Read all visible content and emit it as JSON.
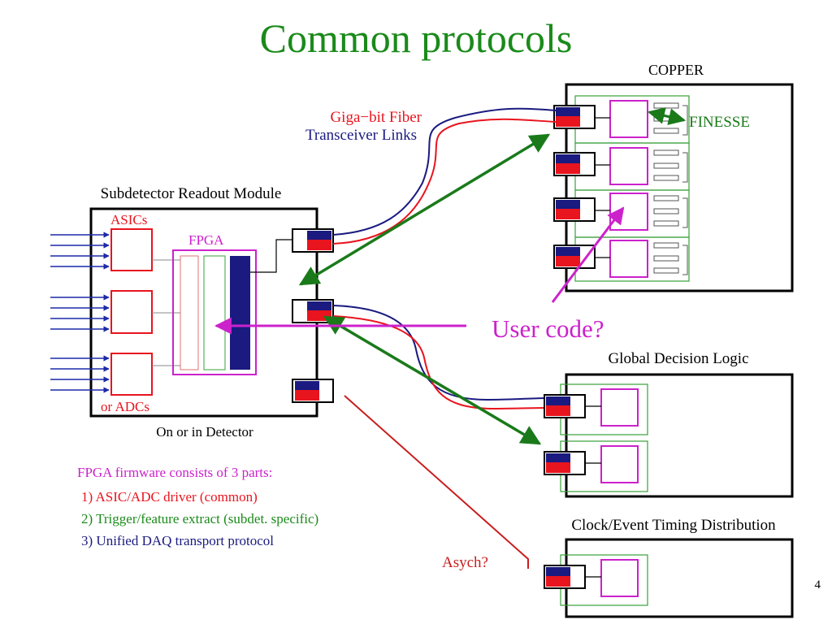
{
  "slide": {
    "title": "Common protocols",
    "page_number": "4"
  },
  "labels": {
    "copper": "COPPER",
    "finesse": "FINESSE",
    "gigabit_fiber": "Giga−bit Fiber",
    "transceiver_links": "Transceiver Links",
    "subdetector_module": "Subdetector Readout Module",
    "asics": "ASICs",
    "fpga": "FPGA",
    "or_adcs": "or ADCs",
    "on_in_detector": "On or in Detector",
    "user_code": "User code?",
    "global_decision_logic": "Global Decision Logic",
    "clock_event_timing": "Clock/Event Timing Distribution",
    "asych": "Asych?"
  },
  "firmware": {
    "heading": "FPGA firmware consists of 3 parts:",
    "items": [
      "1) ASIC/ADC driver (common)",
      "2) Trigger/feature extract (subdet. specific)",
      "3) Unified DAQ transport protocol"
    ]
  },
  "colors": {
    "title": "#1a8a1a",
    "red": "#e8141e",
    "navy": "#1a1a80",
    "blue": "#1c2aa8",
    "green": "#1a7a1a",
    "light_green": "#3aa03a",
    "magenta": "#cc22cc",
    "dark_red": "#c81e1e"
  }
}
